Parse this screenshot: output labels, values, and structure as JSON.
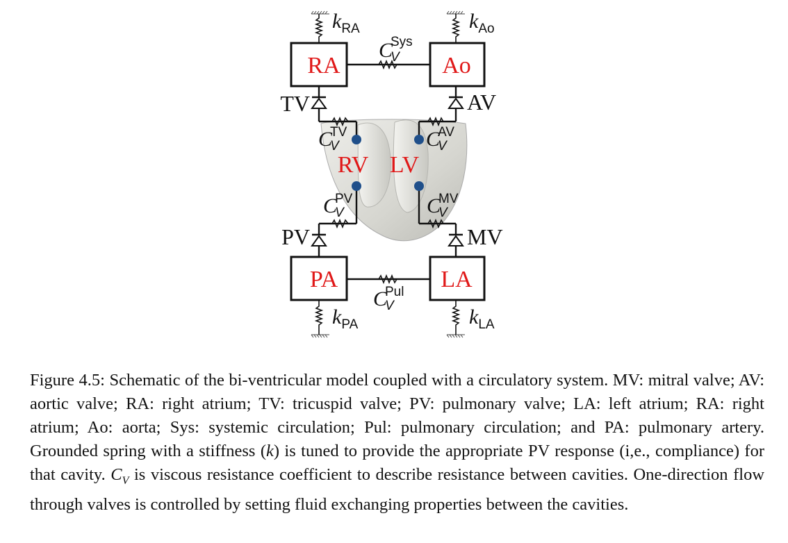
{
  "diagram": {
    "cavities": {
      "ra": "RA",
      "ao": "Ao",
      "pa": "PA",
      "la": "LA",
      "rv": "RV",
      "lv": "LV"
    },
    "springs": {
      "ra": {
        "symbol": "k",
        "sub": "RA"
      },
      "ao": {
        "symbol": "k",
        "sub": "Ao"
      },
      "pa": {
        "symbol": "k",
        "sub": "PA"
      },
      "la": {
        "symbol": "k",
        "sub": "LA"
      }
    },
    "valves": {
      "tv": "TV",
      "av": "AV",
      "pv": "PV",
      "mv": "MV"
    },
    "resistors": {
      "sys": {
        "symbol": "C",
        "sup": "Sys",
        "sub": "V"
      },
      "pul": {
        "symbol": "C",
        "sup": "Pul",
        "sub": "V"
      },
      "tv": {
        "symbol": "C",
        "sup": "TV",
        "sub": "V"
      },
      "av": {
        "symbol": "C",
        "sup": "AV",
        "sub": "V"
      },
      "pv": {
        "symbol": "C",
        "sup": "PV",
        "sub": "V"
      },
      "mv": {
        "symbol": "C",
        "sup": "MV",
        "sub": "V"
      }
    }
  },
  "caption": {
    "label": "Figure 4.5:",
    "text_1": "Schematic of the bi-ventricular model coupled with a circulatory system. MV: mitral valve; AV: aortic valve; RA: right atrium; TV: tricuspid valve; PV: pulmonary valve; LA: left atrium; RA: right atrium; Ao: aorta; Sys: systemic circulation; Pul: pulmonary circulation; and PA: pulmonary artery. Grounded spring with a stiffness (",
    "k": "k",
    "text_2": ") is tuned to provide the appropriate PV response (i,e., compliance) for that cavity.",
    "cv_symbol": "C",
    "cv_sub": "V",
    "text_3": "is viscous resistance coefficient to describe resistance between cavities. One-direction flow through valves is controlled by setting fluid exchanging properties between the cavities."
  },
  "colors": {
    "cavity_label": "#e01818",
    "heart_fill": "#dcdcd6",
    "node": "#1f4f8a"
  }
}
